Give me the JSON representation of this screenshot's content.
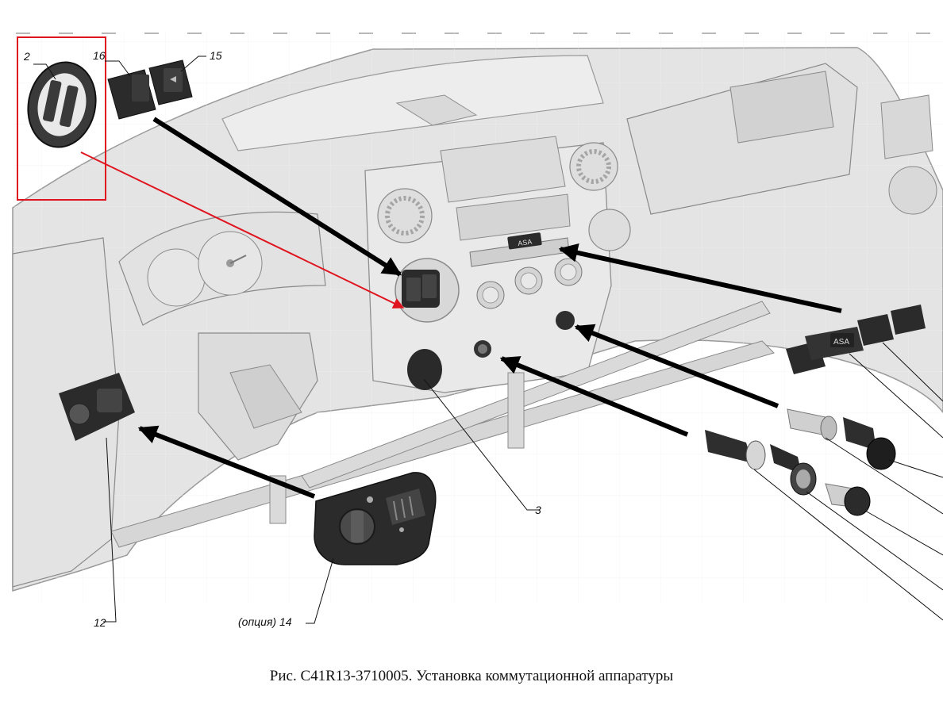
{
  "callouts": {
    "c2": "2",
    "c16": "16",
    "c15": "15",
    "c3": "3",
    "c12": "12",
    "c14": "(опция) 14"
  },
  "switch_symbols": {
    "hazard": "ASA"
  },
  "caption": "Рис. С41R13-3710005. Установка коммутационной аппаратуры",
  "colors": {
    "highlight": "#e0141e",
    "leader_arrow": "#000000",
    "part_body": "#2b2b2b",
    "panel_fill": "#e6e6e6",
    "panel_line": "#9a9a9a"
  }
}
